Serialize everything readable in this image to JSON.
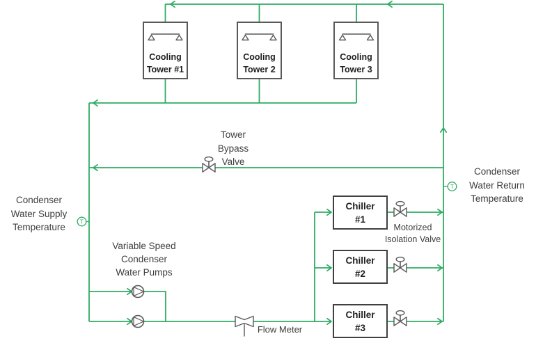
{
  "colors": {
    "pipe": "#2eac63",
    "equip": "#595959",
    "equip-dark": "#404040",
    "text": "#3d3d3d",
    "box-text": "#1f1f1f"
  },
  "towers": [
    {
      "line1": "Cooling",
      "line2": "Tower #1"
    },
    {
      "line1": "Cooling",
      "line2": "Tower 2"
    },
    {
      "line1": "Cooling",
      "line2": "Tower 3"
    }
  ],
  "chillers": [
    {
      "line1": "Chiller",
      "line2": "#1"
    },
    {
      "line1": "Chiller",
      "line2": "#2"
    },
    {
      "line1": "Chiller",
      "line2": "#3"
    }
  ],
  "labels": {
    "supply_temp": [
      "Condenser",
      "Water Supply",
      "Temperature"
    ],
    "return_temp": [
      "Condenser",
      "Water Return",
      "Temperature"
    ],
    "pumps": [
      "Variable Speed",
      "Condenser",
      "Water Pumps"
    ],
    "bypass_valve": [
      "Tower",
      "Bypass",
      "Valve"
    ],
    "motorized_valve": [
      "Motorized",
      "Isolation Valve"
    ],
    "flow_meter": "Flow Meter",
    "sensor": "T"
  }
}
